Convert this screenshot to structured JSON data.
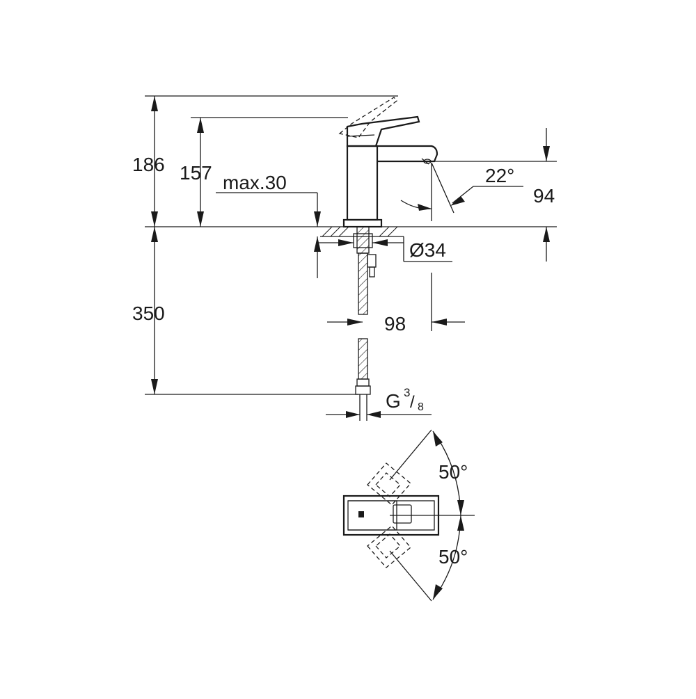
{
  "dimensions": {
    "overall_height": "186",
    "spout_height": "157",
    "max_thickness": "max.30",
    "angle_spout": "22°",
    "aerator_height": "94",
    "hole_diameter": "Ø34",
    "depth_below": "350",
    "projection": "98",
    "thread_g": "G",
    "thread_num": "3",
    "thread_den": "8",
    "swivel_top": "50°",
    "swivel_bottom": "50°"
  },
  "colors": {
    "line": "#1a1a1a",
    "background": "#ffffff"
  }
}
